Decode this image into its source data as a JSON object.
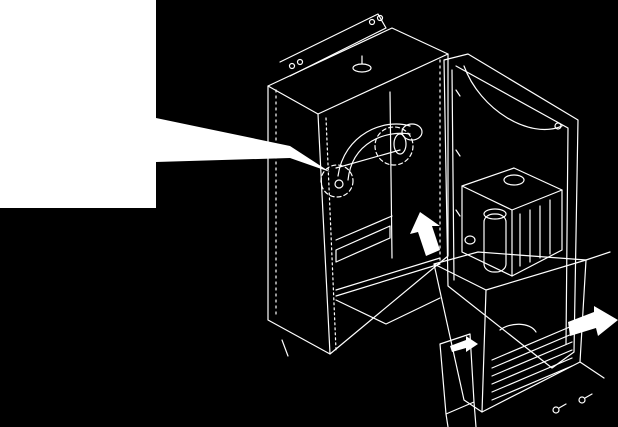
{
  "diagram": {
    "background": "#000000",
    "line_color": "#ffffff",
    "callout": {
      "label": "",
      "fill": "#ffffff"
    },
    "parts": [
      "cabinet-body",
      "cabinet-door",
      "hose-assembly",
      "filter-bracket",
      "water-tank",
      "drip-tray",
      "drain-funnel",
      "mounting-screws"
    ],
    "arrows": [
      "lift-arrow",
      "insert-arrow",
      "tray-arrow"
    ]
  }
}
